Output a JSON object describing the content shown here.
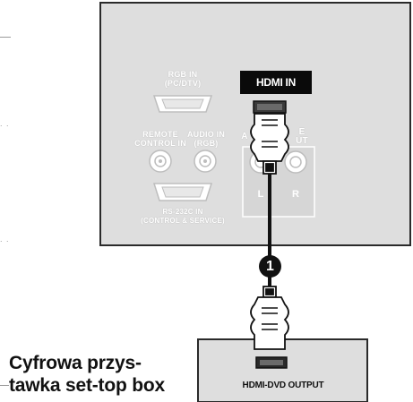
{
  "tv_panel": {
    "rgb_in_label": "RGB IN\n(PC/DTV)",
    "hdmi_in_label": "HDMI IN",
    "remote_control_label": "REMOTE\nCONTROL IN",
    "audio_in_label": "AUDIO IN\n(RGB)",
    "component_label_left": "A",
    "component_label_right": "E\nUT",
    "left_label": "L",
    "right_label": "R",
    "rs232_label": "RS-232C IN\n(CONTROL & SERVICE)"
  },
  "connection": {
    "step_number": "1"
  },
  "device": {
    "caption_line1": "Cyfrowa przys-",
    "caption_line2": "tawka set-top box",
    "output_label": "HDMI-DVD OUTPUT"
  },
  "colors": {
    "panel_bg": "#dedede",
    "panel_border": "#2a2a2a",
    "device_bg": "#dedede",
    "cable": "#111111"
  }
}
